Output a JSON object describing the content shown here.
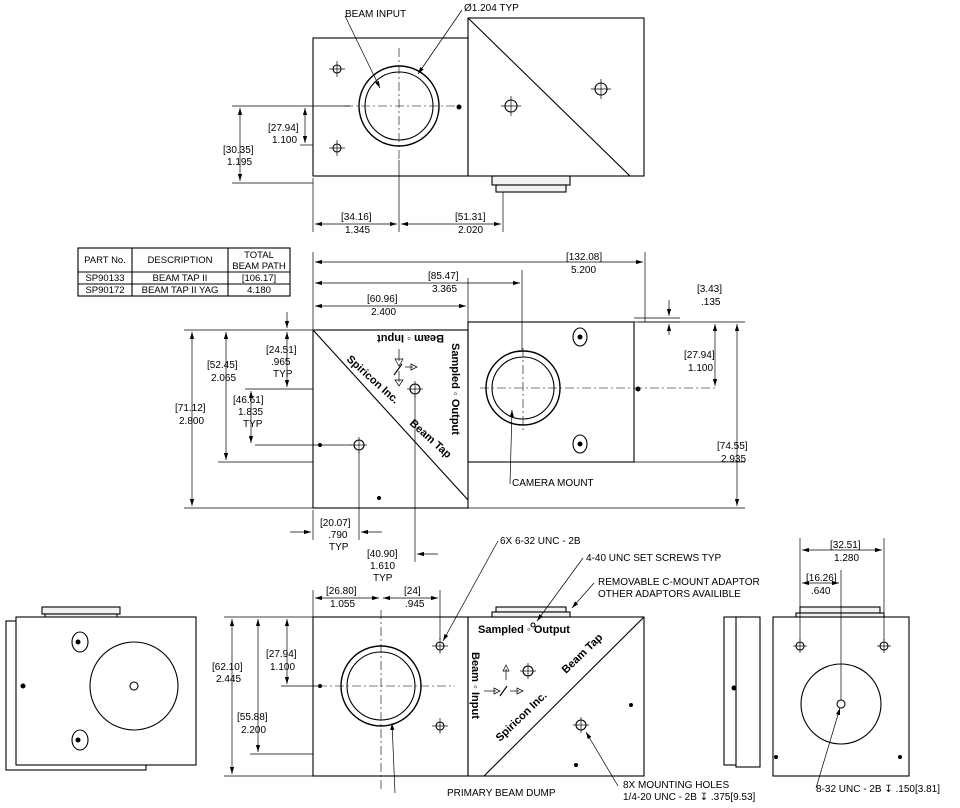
{
  "callouts": {
    "beam_input": "BEAM INPUT",
    "dia_typ": "Ø1.204 TYP",
    "camera_mount": "CAMERA MOUNT",
    "tapped_6x": "6X 6-32 UNC - 2B",
    "set_screws": "4-40 UNC SET SCREWS TYP",
    "cmount_1": "REMOVABLE C-MOUNT ADAPTOR",
    "cmount_2": "OTHER ADAPTORS AVAILIBLE",
    "primary_dump": "PRIMARY BEAM DUMP",
    "mounting_1": "8X MOUNTING HOLES",
    "mounting_2": "1/4-20 UNC - 2B ↧ .375[9.53]",
    "tap_832": "8-32 UNC - 2B ↧ .150[3.81]"
  },
  "engraving": {
    "beam": "Beam",
    "input": "Input",
    "sampled": "Sampled",
    "output": "Output",
    "company": "Spiricon Inc.",
    "beam_tap": "Beam Tap"
  },
  "table": {
    "headers": [
      "PART No.",
      "DESCRIPTION",
      "TOTAL",
      "BEAM PATH"
    ],
    "rows": [
      {
        "part": "SP90133",
        "desc": "BEAM TAP II",
        "path": "[106.17]"
      },
      {
        "part": "SP90172",
        "desc": "BEAM TAP II YAG",
        "path": "4.180"
      }
    ]
  },
  "dims": {
    "top_30_35": [
      "[30.35]",
      "1.195"
    ],
    "top_27_94": [
      "[27.94]",
      "1.100"
    ],
    "top_34_16": [
      "[34.16]",
      "1.345"
    ],
    "top_51_31": [
      "[51.31]",
      "2.020"
    ],
    "mid_132_08": [
      "[132.08]",
      "5.200"
    ],
    "mid_85_47": [
      "[85.47]",
      "3.365"
    ],
    "mid_60_96": [
      "[60.96]",
      "2.400"
    ],
    "mid_3_43": [
      "[3.43]",
      ".135"
    ],
    "mid_52_45": [
      "[52.45]",
      "2.065"
    ],
    "mid_24_51": [
      "[24.51]",
      ".965",
      "TYP"
    ],
    "mid_71_12": [
      "[71.12]",
      "2.800"
    ],
    "mid_46_61": [
      "[46.61]",
      "1.835",
      "TYP"
    ],
    "mid_27_94": [
      "[27.94]",
      "1.100"
    ],
    "mid_74_55": [
      "[74.55]",
      "2.935"
    ],
    "mid_20_07": [
      "[20.07]",
      ".790",
      "TYP"
    ],
    "mid_40_90": [
      "[40.90]",
      "1.610",
      "TYP"
    ],
    "bot_26_80": [
      "[26.80]",
      "1.055"
    ],
    "bot_24": [
      "[24]",
      ".945"
    ],
    "bot_62_10": [
      "[62.10]",
      "2.445"
    ],
    "bot_27_94": [
      "[27.94]",
      "1.100"
    ],
    "bot_55_88": [
      "[55.88]",
      "2.200"
    ],
    "right_32_51": [
      "[32.51]",
      "1.280"
    ],
    "right_16_26": [
      "[16.26]",
      ".640"
    ]
  }
}
